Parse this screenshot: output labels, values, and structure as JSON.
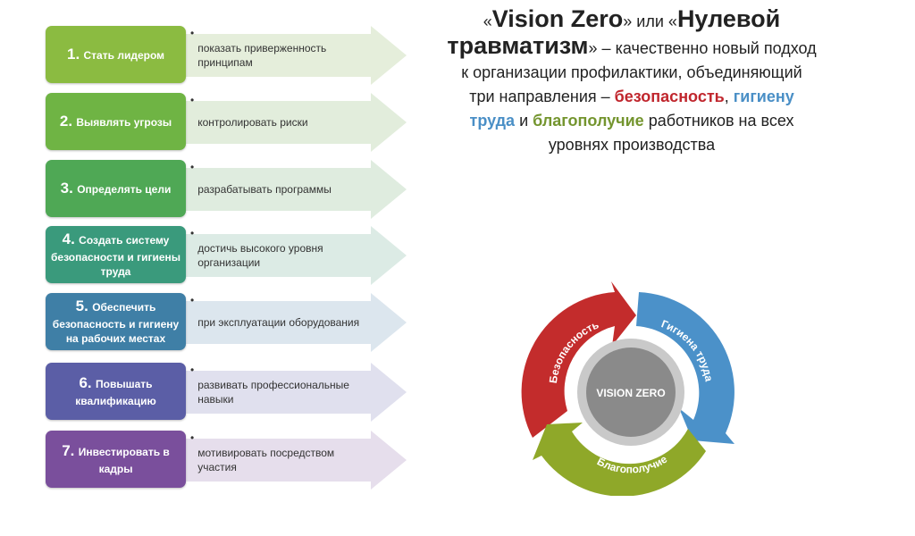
{
  "steps": [
    {
      "num": "1.",
      "title": "Стать лидером",
      "desc": "показать приверженность принципам",
      "color": "#8bbb41"
    },
    {
      "num": "2.",
      "title": "Выявлять угрозы",
      "desc": "контролировать риски",
      "color": "#6fb444"
    },
    {
      "num": "3.",
      "title": "Определять цели",
      "desc": "разрабатывать программы",
      "color": "#4fa855"
    },
    {
      "num": "4.",
      "title": "Создать систему безопасности и гигиены труда",
      "desc": "достичь высокого уровня организации",
      "color": "#3a9a7c"
    },
    {
      "num": "5.",
      "title": "Обеспечить безопасность и гигиену на рабочих местах",
      "desc": "при эксплуатации оборудования",
      "color": "#3f7fa6"
    },
    {
      "num": "6.",
      "title": "Повышать квалификацию",
      "desc": "развивать профессиональные навыки",
      "color": "#5b5ea6"
    },
    {
      "num": "7.",
      "title": "Инвестировать в кадры",
      "desc": "мотивировать посредством участия",
      "color": "#7a4f9c"
    }
  ],
  "bullet": "•",
  "headline": {
    "q1": "«",
    "vision_zero": "Vision Zero",
    "q2": "» или «",
    "zero_injury": "Нулевой травматизм",
    "q3": "» –",
    "line_text": "качественно новый подход к организации профилактики, объединяющий три направления –",
    "safety": "безопасность",
    "comma": ",",
    "hygiene": "гигиену труда",
    "and": "и",
    "wellbeing": "благополучие",
    "tail": "работников на всех уровнях производства"
  },
  "cycle": {
    "center": "VISION ZERO",
    "segments": [
      {
        "label": "Безопасность",
        "color": "#c32c2c"
      },
      {
        "label": "Гигиена труда",
        "color": "#4b91c9"
      },
      {
        "label": "Благополучие",
        "color": "#8fa829"
      }
    ]
  }
}
